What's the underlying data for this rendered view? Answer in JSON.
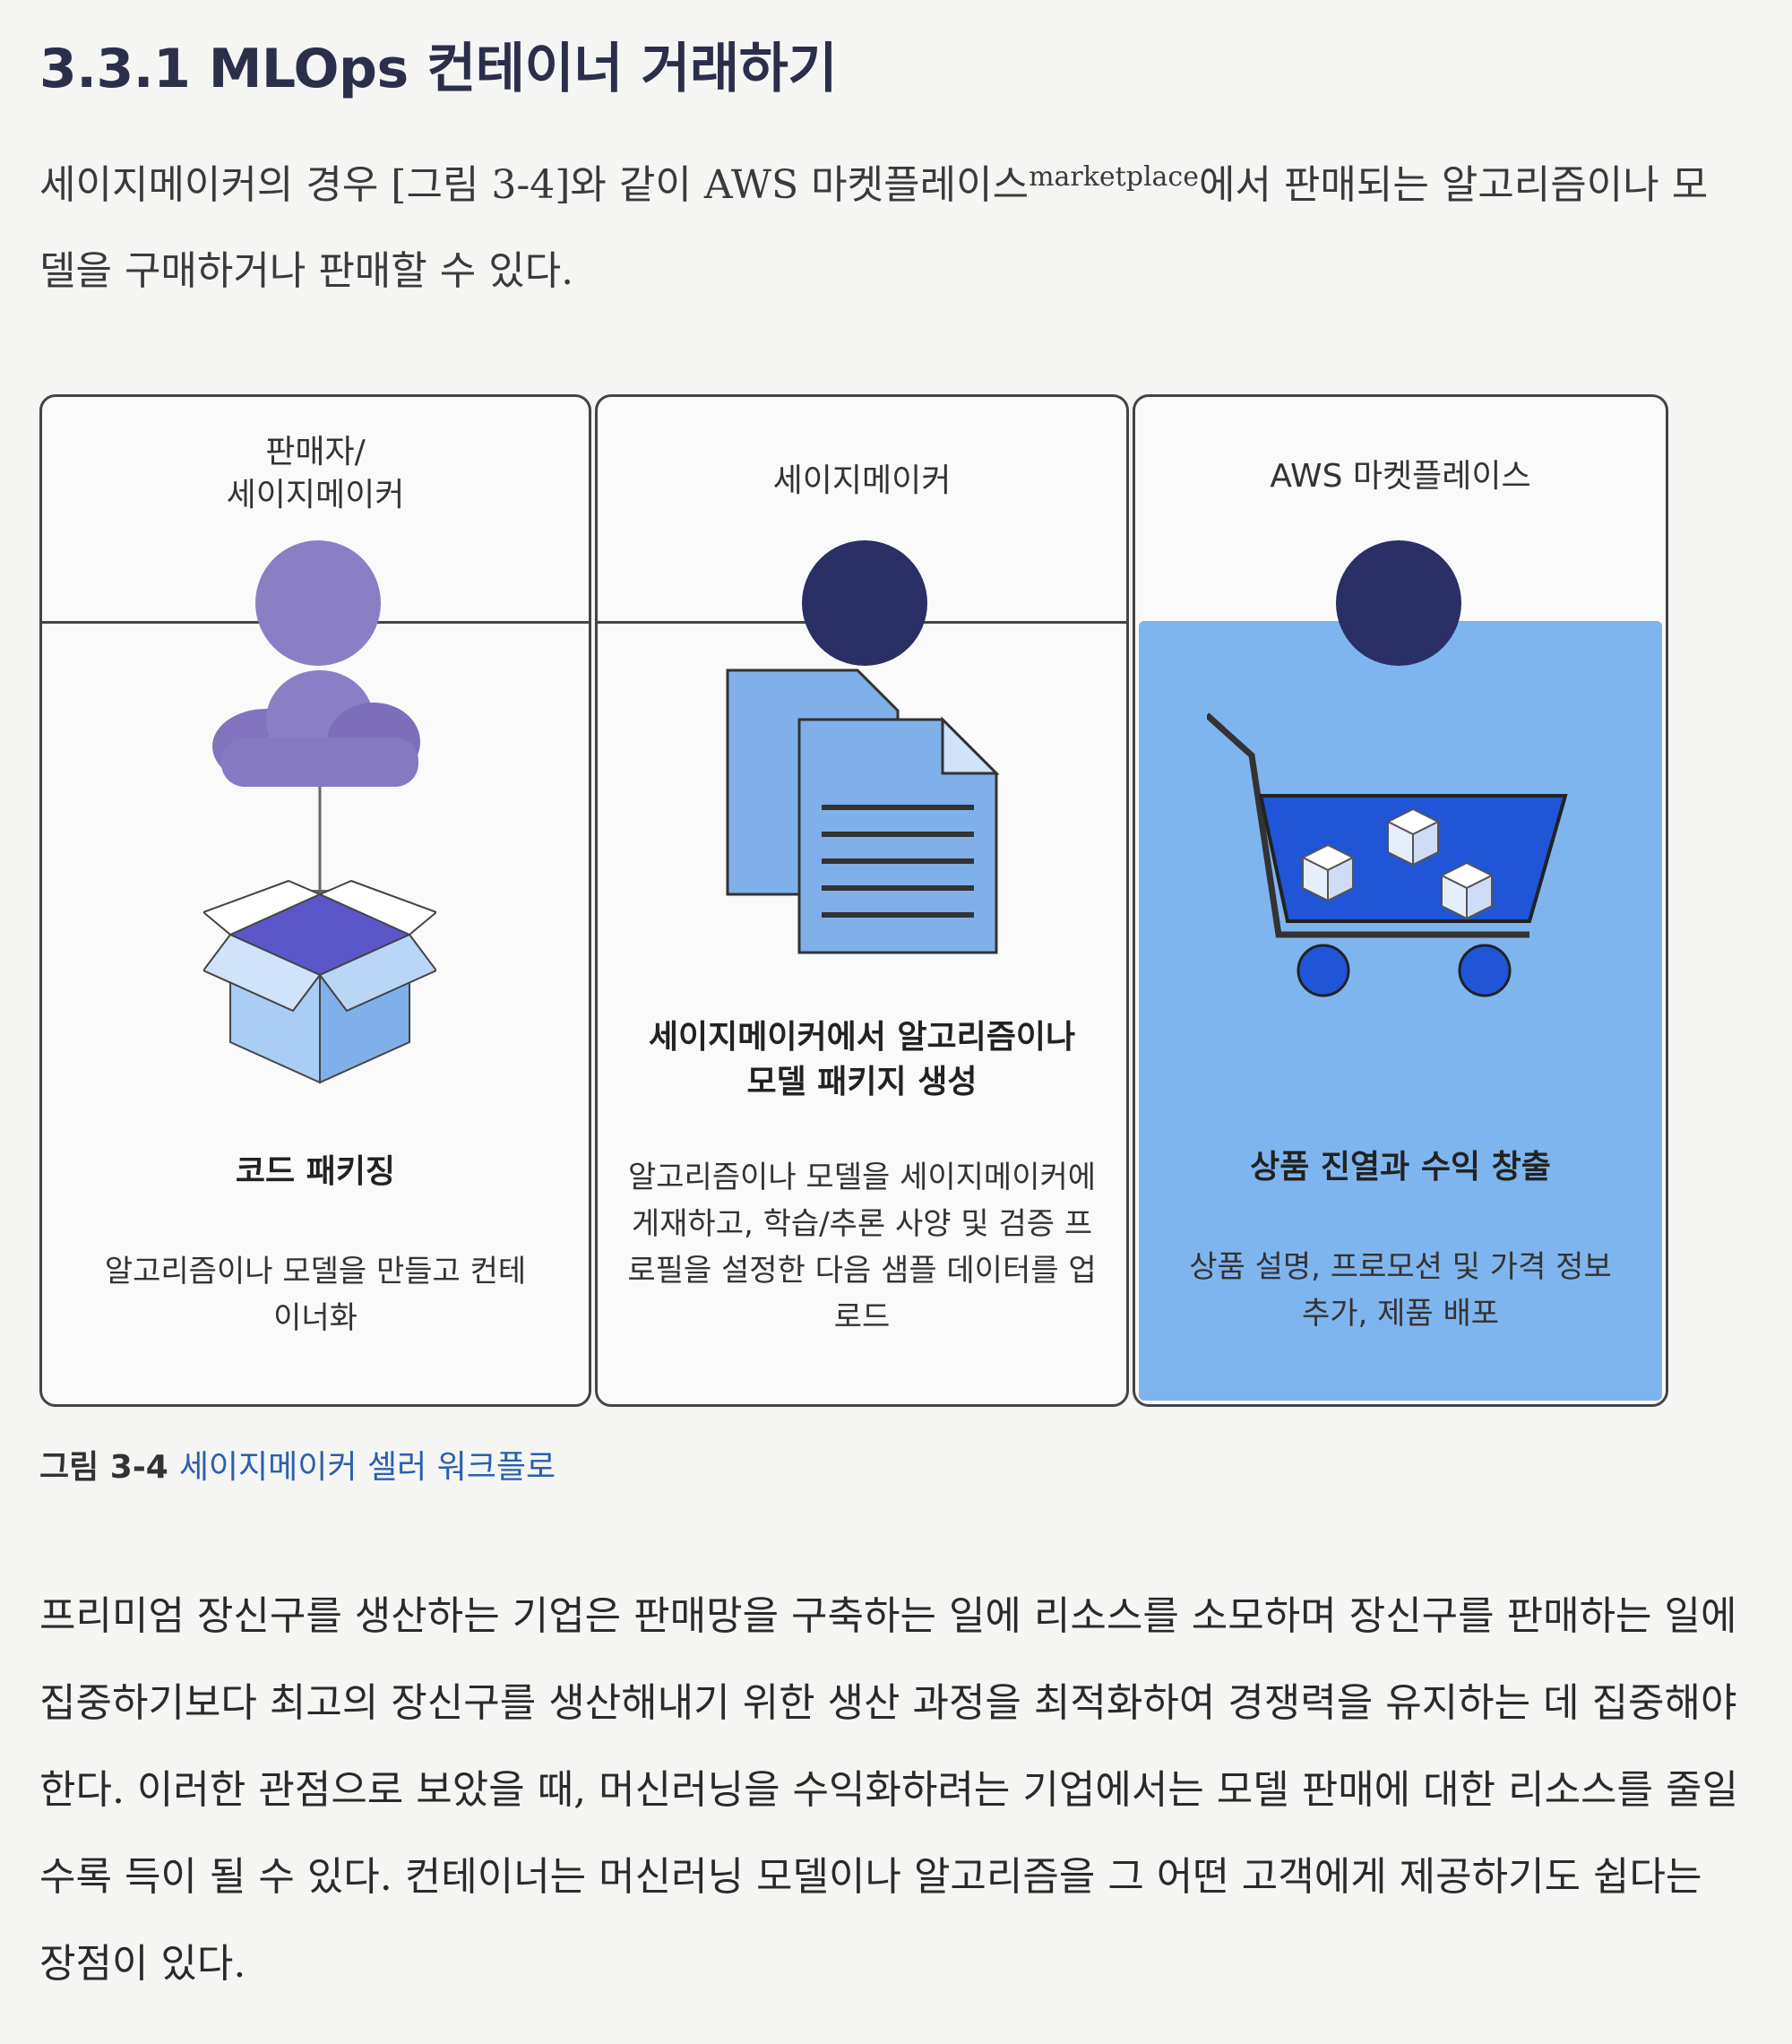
{
  "heading": "3.3.1 MLOps 컨테이너 거래하기",
  "intro": {
    "text_before": "세이지메이커의 경우 [그림 3-4]와 같이 AWS 마켓플레이스",
    "superscript": "marketplace",
    "text_after": "에서 판매되는 알고리즘이나 모델을 구매하거나 판매할 수 있다."
  },
  "figure": {
    "columns": [
      {
        "role": "판매자/\n세이지메이커",
        "title": "코드 패키징",
        "desc": "알고리즘이나 모델을 만들고 컨테이너화"
      },
      {
        "role": "세이지메이커",
        "title": "세이지메이커에서 알고리즘이나 모델 패키지 생성",
        "desc": "알고리즘이나 모델을 세이지메이커에 게재하고, 학습/추론 사양 및 검증 프로필을 설정한 다음 샘플 데이터를 업로드"
      },
      {
        "role": "AWS 마켓플레이스",
        "title": "상품 진열과 수익 창출",
        "desc": "상품 설명, 프로모션 및 가격 정보 추가, 제품 배포"
      }
    ],
    "colors": {
      "avatar_purple": "#8a7fc4",
      "avatar_navy": "#2a2f66",
      "marketplace_panel": "#7fb5ee",
      "cart_blue": "#1f55d6"
    },
    "icons": [
      "person-icon",
      "cloud-icon",
      "box-icon",
      "documents-icon",
      "shopping-cart-icon"
    ]
  },
  "caption": {
    "number": "그림 3-4",
    "text": "세이지메이커 셀러 워크플로"
  },
  "body_paragraph": "프리미엄 장신구를 생산하는 기업은 판매망을 구축하는 일에 리소스를 소모하며 장신구를 판매하는 일에 집중하기보다 최고의 장신구를 생산해내기 위한 생산 과정을 최적화하여 경쟁력을 유지하는 데 집중해야 한다. 이러한 관점으로 보았을 때, 머신러닝을 수익화하려는 기업에서는 모델 판매에 대한 리소스를 줄일수록 득이 될 수 있다. 컨테이너는 머신러닝 모델이나 알고리즘을 그 어떤 고객에게 제공하기도 쉽다는 장점이 있다."
}
